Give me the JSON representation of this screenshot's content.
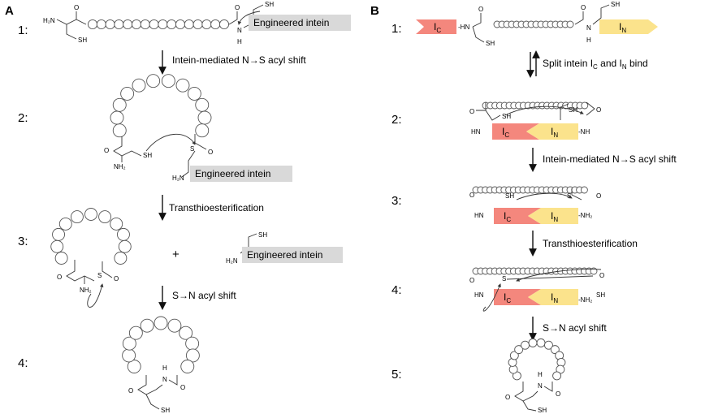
{
  "panel_a": {
    "label": "A",
    "steps": [
      "1:",
      "2:",
      "3:",
      "4:"
    ],
    "transitions": [
      "Intein-mediated N→S acyl shift",
      "Transthioesterification",
      "S→N acyl shift"
    ],
    "intein_label": "Engineered intein",
    "plus": "+"
  },
  "panel_b": {
    "label": "B",
    "steps": [
      "1:",
      "2:",
      "3:",
      "4:",
      "5:"
    ],
    "transitions": [
      "Split intein I",
      "and I",
      "bind",
      "Intein-mediated N→S acyl shift",
      "Transthioesterification",
      "S→N acyl shift"
    ],
    "ic": {
      "main": "I",
      "sub": "C"
    },
    "in": {
      "main": "I",
      "sub": "N"
    }
  },
  "chem": {
    "sh": "SH",
    "nh2_a": "NH",
    "nh2_sub": "2",
    "h2n": "H",
    "h2n_mid": "2",
    "h2n_end": "N",
    "n": "N",
    "h": "H",
    "o": "O",
    "s": "S",
    "hn": "HN",
    "nh": "-NH",
    "hn_dash": "-HN",
    "nh2_dash": "-NH"
  },
  "colors": {
    "intein_box": "#d9d9d9",
    "ic_color": "#f4877d",
    "in_color": "#fbe38c"
  }
}
